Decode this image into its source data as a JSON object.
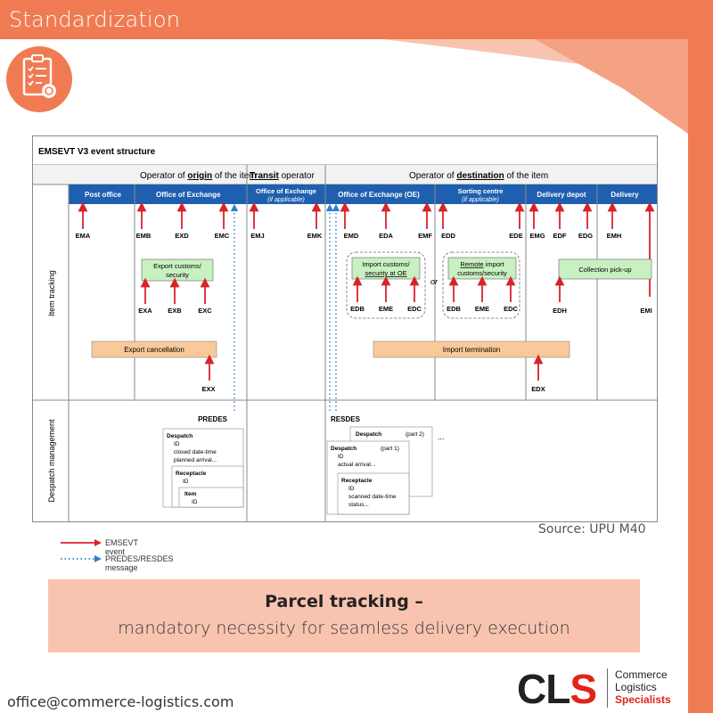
{
  "header": {
    "title": "Standardization"
  },
  "colors": {
    "accent": "#F07B52",
    "banner": "#F8C4B0",
    "blue_header": "#1F5FAF",
    "event_arrow": "#D8232A",
    "green_box": "#C8F0C0",
    "orange_box": "#F9C99A",
    "cls_red": "#E2231A"
  },
  "diagram": {
    "title": "EMSEVT V3 event structure",
    "origin_header_pre": "Operator of ",
    "origin_header_bold": "origin",
    "origin_header_post": " of the item",
    "transit_bold": "Transit",
    "transit_post": " operator",
    "dest_header_pre": "Operator of ",
    "dest_header_bold": "destination",
    "dest_header_post": " of the item",
    "cols": {
      "post_office": "Post office",
      "office_exchange": "Office of Exchange",
      "transit_oe": "Office of Exchange",
      "transit_oe_sub": "(if applicable)",
      "oe_dest": "Office of Exchange (OE)",
      "sorting": "Sorting centre",
      "sorting_sub": "(if applicable)",
      "delivery_depot": "Delivery depot",
      "delivery": "Delivery"
    },
    "row_labels": {
      "tracking": "Item tracking",
      "despatch": "Despatch management"
    },
    "events": {
      "EMA": "EMA",
      "EMB": "EMB",
      "EXD": "EXD",
      "EMC": "EMC",
      "EMJ": "EMJ",
      "EMK": "EMK",
      "EMD": "EMD",
      "EDA": "EDA",
      "EMF": "EMF",
      "EDD": "EDD",
      "EDE": "EDE",
      "EMG": "EMG",
      "EDF": "EDF",
      "EDG": "EDG",
      "EMH": "EMH",
      "EXA": "EXA",
      "EXB": "EXB",
      "EXC": "EXC",
      "EDB1": "EDB",
      "EME1": "EME",
      "EDC1": "EDC",
      "EDB2": "EDB",
      "EME2": "EME",
      "EDC2": "EDC",
      "EDH": "EDH",
      "EMI": "EMI",
      "EXX": "EXX",
      "EDX": "EDX"
    },
    "boxes": {
      "export_customs_1": "Export customs/",
      "export_customs_2": "security",
      "import_customs_1": "Import customs/",
      "import_customs_2": "security at OE",
      "or": "or",
      "remote_import_1a": "Remote",
      "remote_import_1b": " import",
      "remote_import_2": "customs/security",
      "collection": "Collection pick-up",
      "export_cancel": "Export cancellation",
      "import_term": "Import termination"
    },
    "despatch": {
      "predes": "PREDES",
      "resdes": "RESDES",
      "d1_title": "Despatch",
      "d1_l1": "ID",
      "d1_l2": "closed date-time",
      "d1_l3": "planned arrival...",
      "r1_title": "Receptacle",
      "r1_l1": "ID",
      "i1_title": "Item",
      "i1_l1": "ID",
      "d2_title": "Despatch",
      "d2_part": "(part 2)",
      "ellipsis": "...",
      "d3_title": "Despatch",
      "d3_part": "(part 1)",
      "d3_l1": "ID",
      "d3_l2": "actual arrival...",
      "r2_title": "Receptacle",
      "r2_l1": "ID",
      "r2_l2": "scanned date-time",
      "r2_l3": "status..."
    }
  },
  "source": "Source: UPU M40",
  "legend": {
    "event": "EMSEVT event",
    "message": "PREDES/RESDES message"
  },
  "banner": {
    "line1": "Parcel tracking –",
    "line2": "mandatory necessity for seamless delivery execution"
  },
  "footer": {
    "email": "office@commerce-logistics.com",
    "logo_c": "CL",
    "logo_s": "S",
    "logo_l1": "Commerce",
    "logo_l2": "Logistics",
    "logo_l3": "Specialists"
  }
}
